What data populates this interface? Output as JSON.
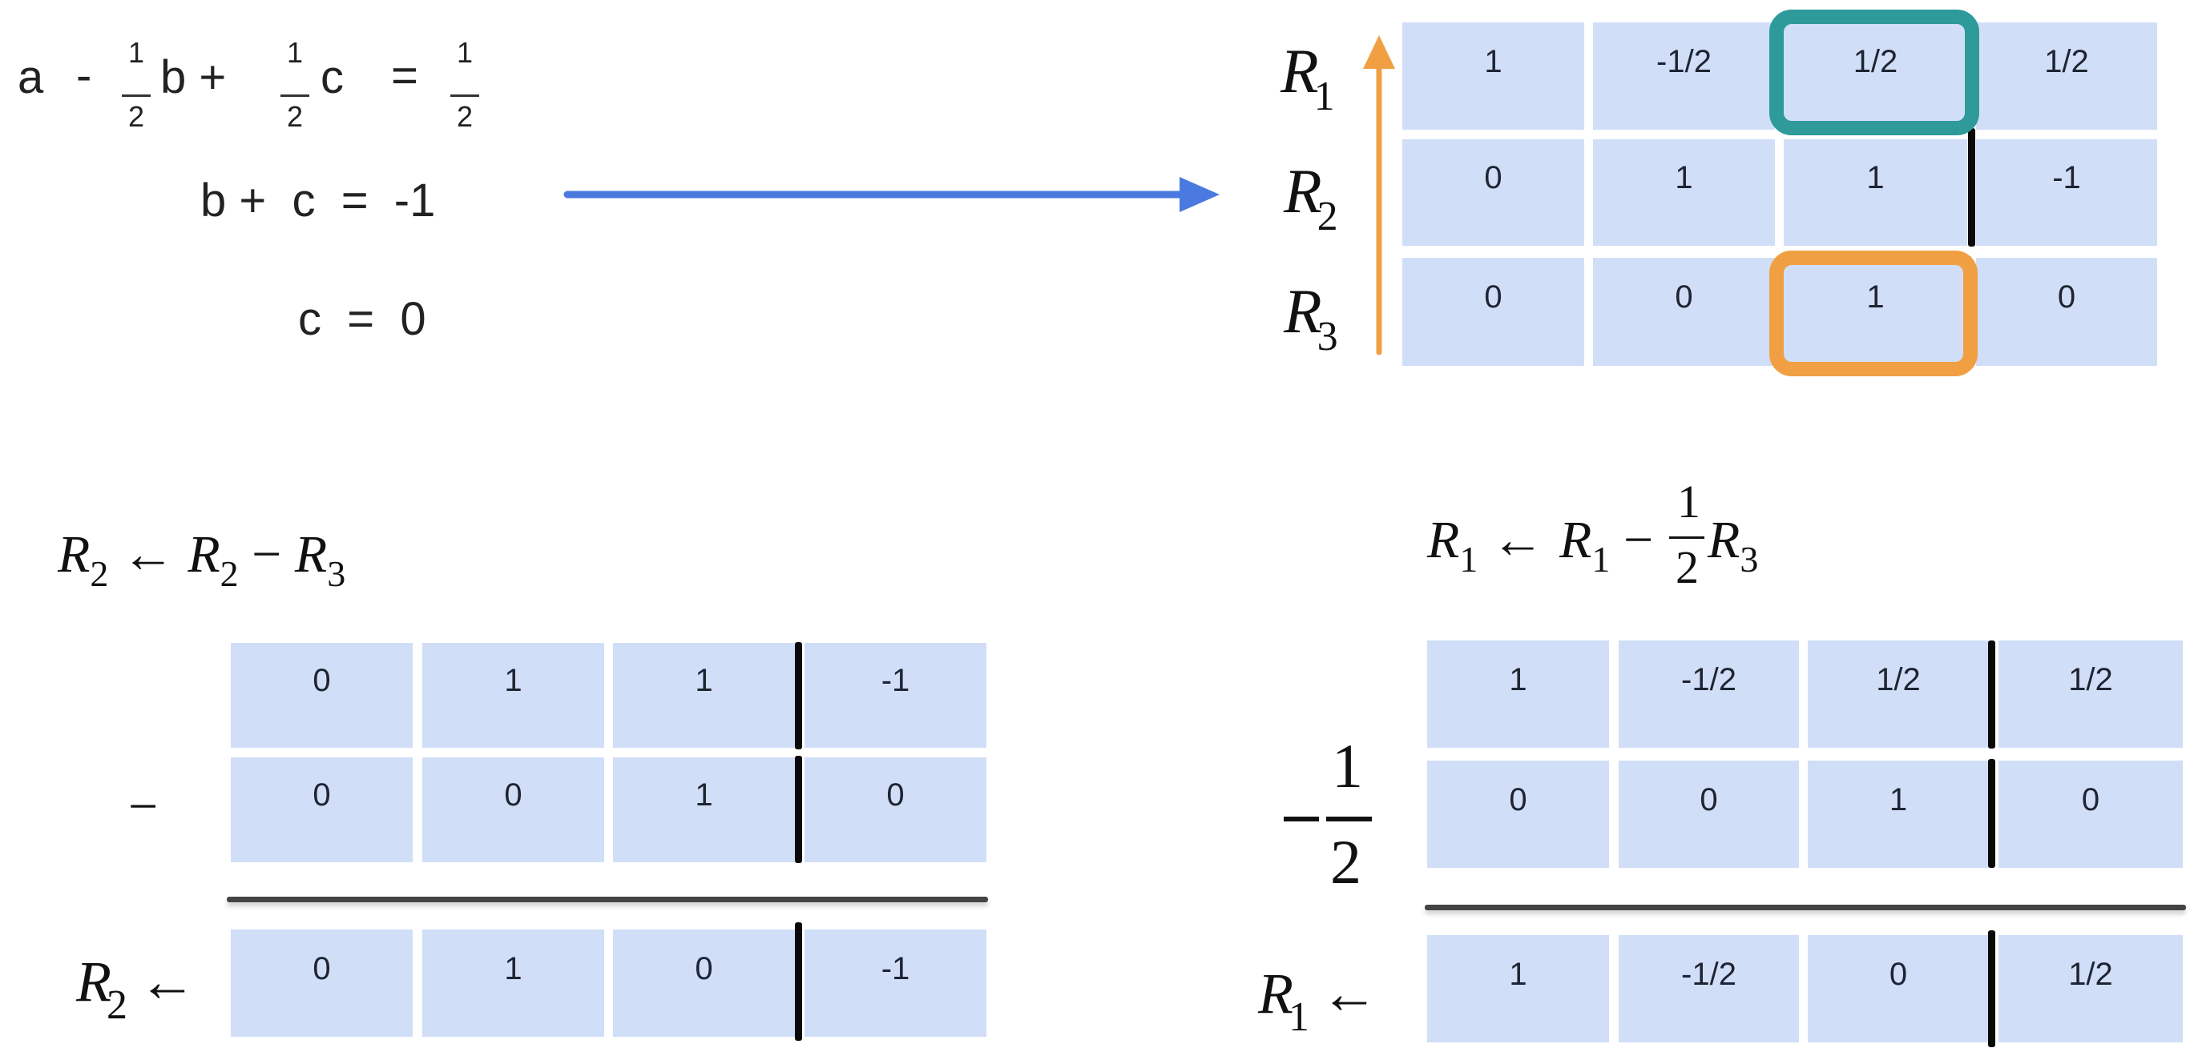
{
  "colors": {
    "cell_bg": "#d1def8",
    "teal_highlight": "#2e9a9a",
    "orange_highlight": "#f0a042",
    "blue_arrow": "#4a7ae0",
    "orange_arrow": "#f0a042"
  },
  "system": {
    "eq1": {
      "a": "a",
      "minus": "-",
      "frac1_num": "1",
      "frac1_den": "2",
      "b": "b +",
      "frac2_num": "1",
      "frac2_den": "2",
      "c": "c",
      "equals": "=",
      "rhs_num": "1",
      "rhs_den": "2"
    },
    "eq2": "b +  c  =  -1",
    "eq3": "c  =  0"
  },
  "arrows": {
    "right_arrow": "blue-right-arrow",
    "up_arrow": "orange-up-arrow"
  },
  "matrix_top": {
    "row_labels": [
      {
        "letter": "R",
        "sub": "1"
      },
      {
        "letter": "R",
        "sub": "2"
      },
      {
        "letter": "R",
        "sub": "3"
      }
    ],
    "rows": [
      [
        "1",
        "-1/2",
        "1/2",
        "1/2"
      ],
      [
        "0",
        "1",
        "1",
        "-1"
      ],
      [
        "0",
        "0",
        "1",
        "0"
      ]
    ],
    "highlights": [
      {
        "row": 1,
        "col": 3,
        "color": "teal"
      },
      {
        "row": 3,
        "col": 3,
        "color": "orange"
      }
    ]
  },
  "op_left": {
    "formula": {
      "lhs": "R",
      "lhs_sub": "2",
      "arrow": "←",
      "t1": "R",
      "t1_sub": "2",
      "minus": "−",
      "t2": "R",
      "t2_sub": "3"
    },
    "minus_sign": "−",
    "rows": [
      [
        "0",
        "1",
        "1",
        "-1"
      ],
      [
        "0",
        "0",
        "1",
        "0"
      ]
    ],
    "result_label": {
      "letter": "R",
      "sub": "2",
      "arrow": "←"
    },
    "result": [
      "0",
      "1",
      "0",
      "-1"
    ]
  },
  "op_right": {
    "formula": {
      "lhs": "R",
      "lhs_sub": "1",
      "arrow": "←",
      "t1": "R",
      "t1_sub": "1",
      "minus": "−",
      "frac_num": "1",
      "frac_den": "2",
      "t2": "R",
      "t2_sub": "3"
    },
    "multiplier": {
      "minus": "−",
      "num": "1",
      "den": "2"
    },
    "rows": [
      [
        "1",
        "-1/2",
        "1/2",
        "1/2"
      ],
      [
        "0",
        "0",
        "1",
        "0"
      ]
    ],
    "result_label": {
      "letter": "R",
      "sub": "1",
      "arrow": "←"
    },
    "result": [
      "1",
      "-1/2",
      "0",
      "1/2"
    ]
  }
}
